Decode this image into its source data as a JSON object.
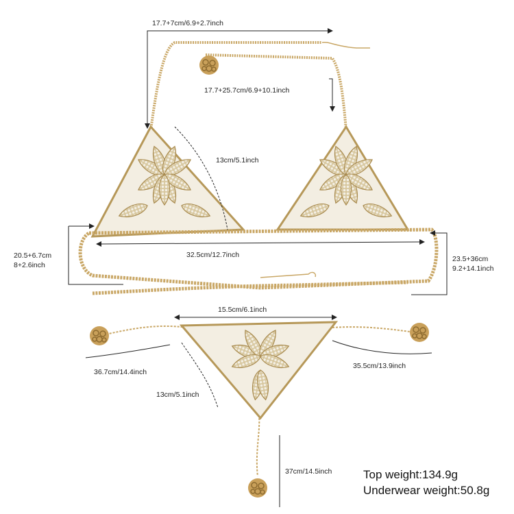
{
  "measurements": {
    "strap_top_left": "17.7+7cm/6.9+2.7inch",
    "strap_top_right": "17.7+25.7cm/6.9+10.1inch",
    "cup_side": "13cm/5.1inch",
    "band_left_line1": "20.5+6.7cm",
    "band_left_line2": "8+2.6inch",
    "band_width": "32.5cm/12.7inch",
    "band_right_line1": "23.5+36cm",
    "band_right_line2": "9.2+14.1inch",
    "brief_top": "15.5cm/6.1inch",
    "brief_left_chain": "36.7cm/14.4inch",
    "brief_right_chain": "35.5cm/13.9inch",
    "brief_side": "13cm/5.1inch",
    "back_chain": "37cm/14.5inch"
  },
  "weights": {
    "top": "Top weight:134.9g",
    "underwear": "Underwear weight:50.8g"
  },
  "colors": {
    "gold": "#c9a766",
    "gold_dark": "#9c7b3f",
    "rhinestone": "#e9e4d6",
    "line": "#222222"
  }
}
